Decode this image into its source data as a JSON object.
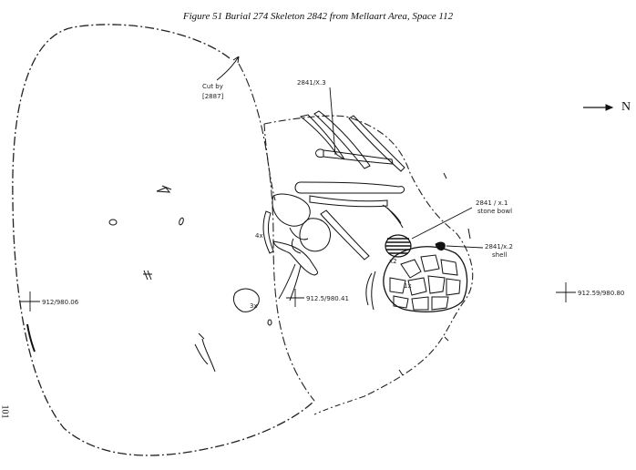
{
  "caption": "Figure 51  Burial 274 Skeleton 2842 from Mellaart Area, Space 112",
  "page_number": "101",
  "north_arrow": {
    "label": "N"
  },
  "labels": {
    "cut_line1": "Cut by",
    "cut_line2": "[2887]",
    "find_x3": "2841/X.3",
    "find_x1_line1": "2841 / x.1",
    "find_x1_line2": "stone bowl",
    "find_x2_line1": "2841/x.2",
    "find_x2_line2": "shell",
    "coord_left": "912/980.06",
    "coord_center": "912.5/980.41",
    "coord_right": "912.59/980.80",
    "mark_4x": "4x",
    "mark_3x": "3x",
    "mark_1x": "1x",
    "mark_x2": "x2"
  }
}
